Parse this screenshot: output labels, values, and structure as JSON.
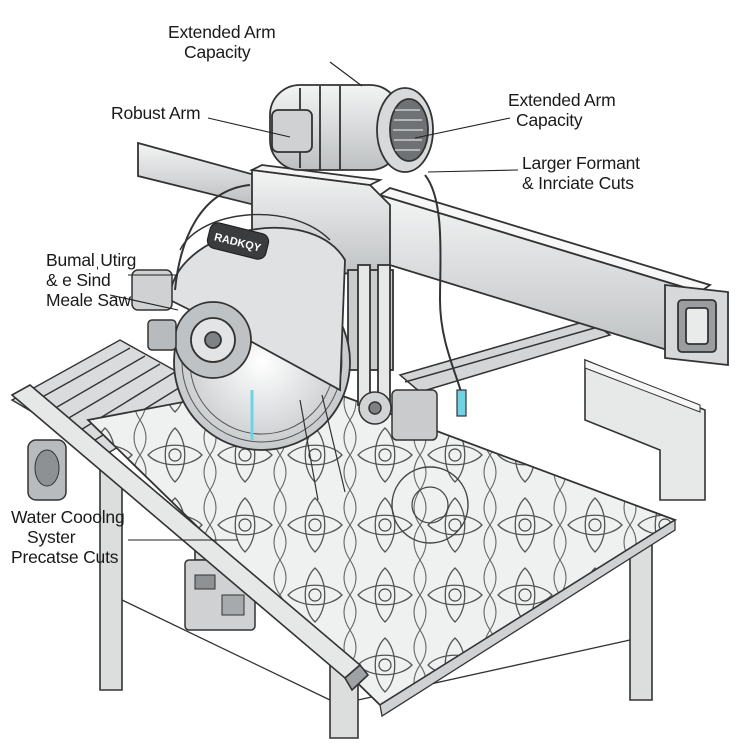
{
  "brand": "RADKQY",
  "labels": {
    "top_center": [
      "Extended Arm",
      "Capacity"
    ],
    "robust_arm": [
      "Robust Arm"
    ],
    "top_right": [
      "Extended Arm",
      "Capacity"
    ],
    "mid_right": [
      "Larger Formant",
      "& Inrciate Cuts"
    ],
    "left_mid": [
      "BumalˌUtirg",
      "& e Sind",
      "Meale Saw"
    ],
    "bottom_left": [
      "Water Cooolng",
      "Syster",
      "Precatse Cuts"
    ]
  },
  "colors": {
    "line": "#2b2b2b",
    "metal_light": "#e9eaea",
    "metal_mid": "#c9cbcc",
    "metal_dark": "#8f9294",
    "tile": "#f1f2f2",
    "water": "#6fd3e6"
  },
  "icons": [
    "motor-icon",
    "saw-blade-icon",
    "tile-pattern-icon"
  ]
}
